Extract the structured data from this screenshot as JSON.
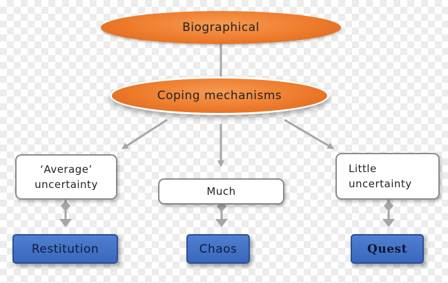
{
  "nodes": {
    "biographical": "Biographical",
    "coping": "Coping mechanisms",
    "average": {
      "line1": "‘Average’",
      "line2": "uncertainty"
    },
    "much": "Much",
    "little": {
      "line1": "Little",
      "line2": "uncertainty"
    },
    "restitution": "Restitution",
    "chaos": "Chaos",
    "quest": "Quest"
  },
  "colors": {
    "oval_fill": "#ee7b2c",
    "pill_fill": "#4a78c9",
    "connector": "#a6a6a6",
    "box_border": "#8a8a8a"
  }
}
